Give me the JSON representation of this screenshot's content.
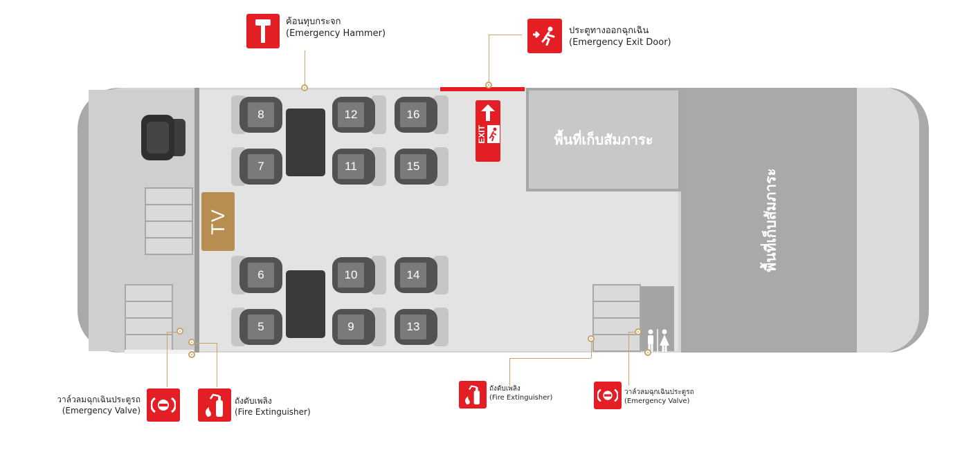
{
  "floorplan": {
    "seats": [
      "5",
      "6",
      "7",
      "8",
      "9",
      "10",
      "11",
      "12",
      "13",
      "14",
      "15",
      "16"
    ],
    "tv_label": "TV",
    "exit_sign": "EXIT",
    "luggage_area_1": "พื้นที่เก็บสัมภาระ",
    "luggage_area_2": "พื้นที่เก็บสัมภาระ"
  },
  "callouts": {
    "hammer": {
      "thai": "ค้อนทุบกระจก",
      "english": "(Emergency Hammer)",
      "icon": "hammer-icon"
    },
    "exit_door": {
      "thai": "ประตูทางออกฉุกเฉิน",
      "english": "(Emergency Exit Door)",
      "icon": "running-person-exit-icon"
    },
    "valve_front": {
      "thai": "วาล์วลมฉุกเฉินประตูรถ",
      "english": "(Emergency Valve)",
      "icon": "valve-icon"
    },
    "extinguisher_front": {
      "thai": "ถังดับเพลิง",
      "english": "(Fire Extinguisher)",
      "icon": "fire-extinguisher-icon"
    },
    "extinguisher_rear": {
      "thai": "ถังดับเพลิง",
      "english": "(Fire Extinguisher)",
      "icon": "fire-extinguisher-icon"
    },
    "valve_rear": {
      "thai": "วาล์วลมฉุกเฉินประตูรถ",
      "english": "(Emergency Valve)",
      "icon": "valve-icon"
    }
  },
  "colors": {
    "accent_red": "#e31e24",
    "leader_line": "#c9a36a",
    "tv": "#b78e4f",
    "seat": "#525252"
  }
}
